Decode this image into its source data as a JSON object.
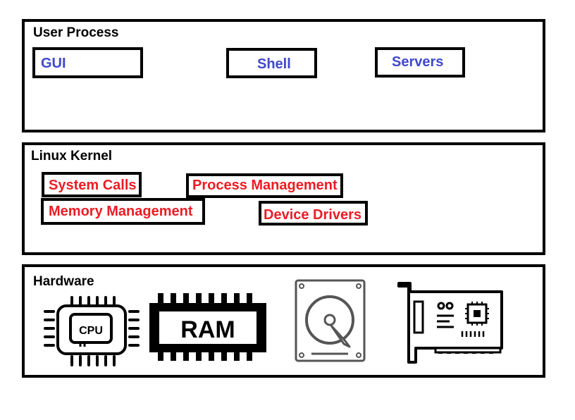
{
  "colors": {
    "border": "#000000",
    "user_text": "#3f48cc",
    "kernel_text": "#ed1c24",
    "icon_grey": "#555555"
  },
  "user_process": {
    "title": "User Process",
    "items": [
      "GUI",
      "Shell",
      "Servers"
    ]
  },
  "linux_kernel": {
    "title": "Linux Kernel",
    "items": [
      "System Calls",
      "Process Management",
      "Memory Management",
      "Device Drivers"
    ]
  },
  "hardware": {
    "title": "Hardware",
    "cpu_label": "CPU",
    "ram_label": "RAM",
    "icons": [
      "cpu-icon",
      "ram-icon",
      "hard-drive-icon",
      "expansion-card-icon"
    ]
  }
}
